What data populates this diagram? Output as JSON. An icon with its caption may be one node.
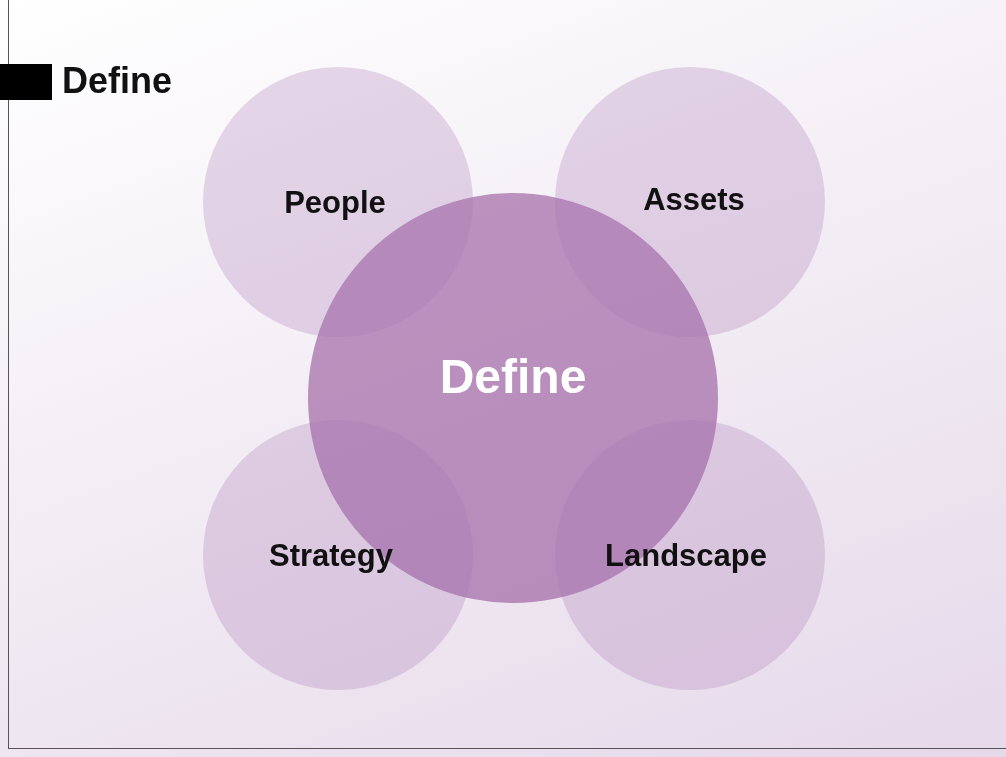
{
  "diagram": {
    "title": "Define",
    "nodes": [
      {
        "text": [
          "People"
        ]
      },
      {
        "text": [
          "Assets"
        ]
      },
      {
        "text": [
          "Define"
        ]
      },
      {
        "text": [
          "Strategy"
        ]
      },
      {
        "text": [
          "Landscape"
        ]
      }
    ]
  }
}
